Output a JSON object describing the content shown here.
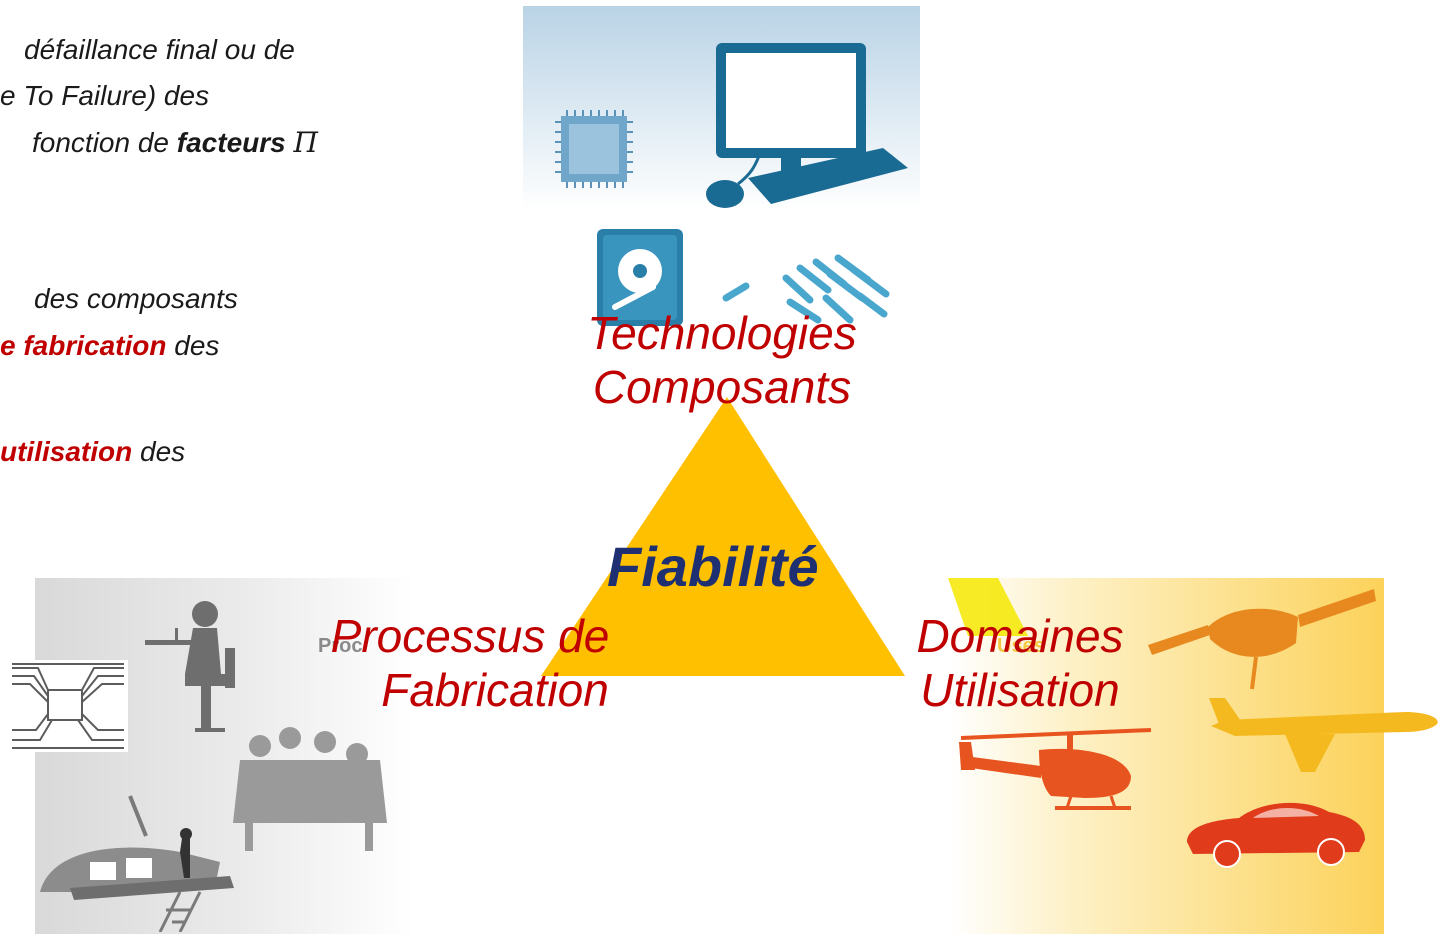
{
  "intro": {
    "line1": "défaillance final ou de",
    "line2": "e To Failure) des",
    "line3_prefix": "fonction de ",
    "line3_bold": "facteurs",
    "line3_symbol": "Π"
  },
  "factors": {
    "line1": "des composants",
    "line2_bold": "e fabrication",
    "line2_suffix": " des",
    "line3_bold": "utilisation",
    "line3_suffix": " des"
  },
  "diagram": {
    "center_label": "Fiabilité",
    "top_label": [
      "Technologies",
      "Composants"
    ],
    "left_label": [
      "Processus de",
      "Fabrication"
    ],
    "right_label": [
      "Domaines",
      "Utilisation"
    ],
    "left_image_text": "Proc",
    "right_image_text": "Uses"
  },
  "colors": {
    "triangle": "#ffc000",
    "label_red": "#c00000",
    "center_navy": "#1f3072"
  },
  "icons": {
    "top_panel": [
      "chip-icon",
      "monitor-icon",
      "keyboard-icon",
      "mouse-icon",
      "hard-drive-icon",
      "led-components-icon"
    ],
    "left_panel": [
      "pcb-icon",
      "person-at-desk-icon",
      "meeting-group-icon",
      "helicopter-assembly-icon"
    ],
    "right_panel": [
      "satellite-icon",
      "airplane-icon",
      "helicopter-icon",
      "car-icon"
    ]
  }
}
